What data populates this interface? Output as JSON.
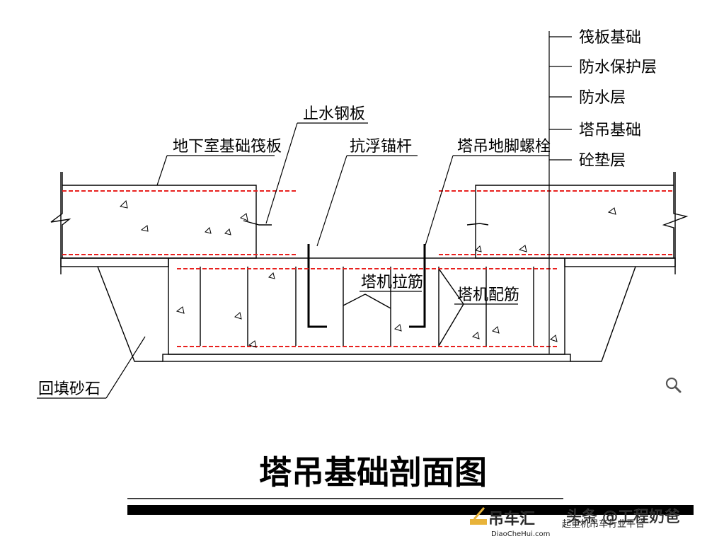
{
  "labels": {
    "raft_foundation": "筏板基础",
    "waterproof_protect": "防水保护层",
    "waterproof_layer": "防水层",
    "crane_foundation": "塔吊基础",
    "concrete_cushion": "砼垫层",
    "water_stop_plate": "止水钢板",
    "basement_raft": "地下室基础筏板",
    "anti_float_anchor": "抗浮锚杆",
    "anchor_bolt": "塔吊地脚螺栓",
    "tie_bar": "塔机拉筋",
    "reinforcement": "塔机配筋",
    "backfill": "回填砂石"
  },
  "title": "塔吊基础剖面图",
  "watermark": {
    "brand": "吊车汇",
    "brand_url": "DiaoCheHui.com",
    "slogan": "起重机吊车行业平台",
    "author": "头条 @工程奶爸"
  },
  "icons": {
    "zoom": "magnifier-icon"
  },
  "colors": {
    "line": "#000000",
    "rebar": "#e8201e"
  }
}
